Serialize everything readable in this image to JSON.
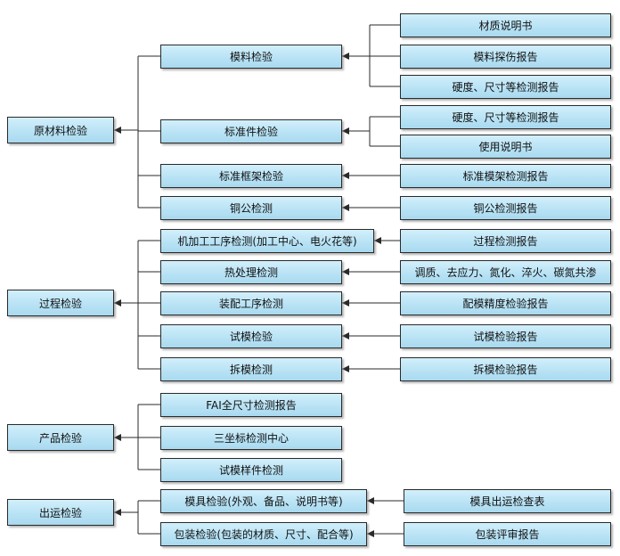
{
  "groups": [
    {
      "label": "原材料检验",
      "items": [
        {
          "label": "模料检验",
          "sources": [
            "材质说明书",
            "模料探伤报告",
            "硬度、尺寸等检测报告"
          ]
        },
        {
          "label": "标准件检验",
          "sources": [
            "硬度、尺寸等检测报告",
            "使用说明书"
          ]
        },
        {
          "label": "标准框架检验",
          "sources": [
            "标准模架检测报告"
          ]
        },
        {
          "label": "铜公检测",
          "sources": [
            "铜公检测报告"
          ]
        }
      ]
    },
    {
      "label": "过程检验",
      "items": [
        {
          "label": "机加工工序检测(加工中心、电火花等)",
          "sources": [
            "过程检测报告"
          ]
        },
        {
          "label": "热处理检测",
          "sources": [
            "调质、去应力、氮化、淬火、碳氮共渗"
          ]
        },
        {
          "label": "装配工序检测",
          "sources": [
            "配模精度检验报告"
          ]
        },
        {
          "label": "试模检验",
          "sources": [
            "试模检验报告"
          ]
        },
        {
          "label": "拆模检测",
          "sources": [
            "拆模检验报告"
          ]
        }
      ]
    },
    {
      "label": "产品检验",
      "items": [
        {
          "label": "FAI全尺寸检测报告",
          "sources": []
        },
        {
          "label": "三坐标检测中心",
          "sources": []
        },
        {
          "label": "试模样件检测",
          "sources": []
        }
      ]
    },
    {
      "label": "出运检验",
      "items": [
        {
          "label": "模具检验(外观、备品、说明书等)",
          "sources": [
            "模具出运检查表"
          ]
        },
        {
          "label": "包装检验(包装的材质、尺寸、配合等)",
          "sources": [
            "包装评审报告"
          ]
        }
      ]
    }
  ],
  "colors": {
    "box_fill": "#b9e3f5",
    "border": "#2a2a2a",
    "line": "#2a2a2a"
  }
}
